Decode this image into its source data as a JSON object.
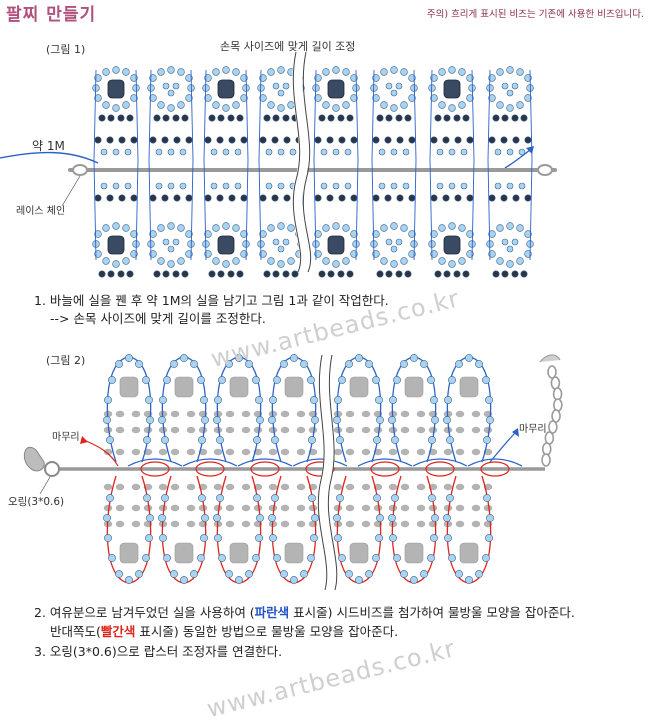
{
  "title": "팔찌 만들기",
  "note": "주의) 흐리게 표시된 비즈는 기존에 사용한 비즈입니다.",
  "fig1": {
    "label": "(그림 1)",
    "adjust_label": "손목 사이즈에 맞게 길이 조정",
    "thread_label": "약 1M",
    "chain_label": "레이스 체인"
  },
  "fig2": {
    "label": "(그림 2)",
    "tail_left": "마무리",
    "tail_right": "마무리",
    "ring_label": "오링(3*0.6)"
  },
  "steps": {
    "s1_line1": "1. 바늘에 실을 꿴 후 약 1M의 실을 남기고 그림 1과 같이 작업한다.",
    "s1_line2": "--> 손목 사이즈에 맞게 길이를 조정한다.",
    "s2_pre": "2. 여유분으로 남겨두었던 실을 사용하여 (",
    "s2_blue": "파란색",
    "s2_post": " 표시줄) 시드비즈를 첨가하여 물방울 모양을 잡아준다.",
    "s2b_pre": "반대쪽도(",
    "s2b_red": "빨간색",
    "s2b_post": " 표시줄) 동일한 방법으로 물방울 모양을 잡아준다.",
    "s3": "3. 오링(3*0.6)으로 랍스터 조정자를 연결한다."
  },
  "watermark": "www.artbeads.co.kr",
  "colors": {
    "light_bead": "#a8d4f2",
    "dark_bead": "#2a3546",
    "blue_thread": "#2a62c8",
    "red_thread": "#e0241c",
    "gray_bead": "#b4b4b4",
    "chain": "#9a9a9a"
  }
}
